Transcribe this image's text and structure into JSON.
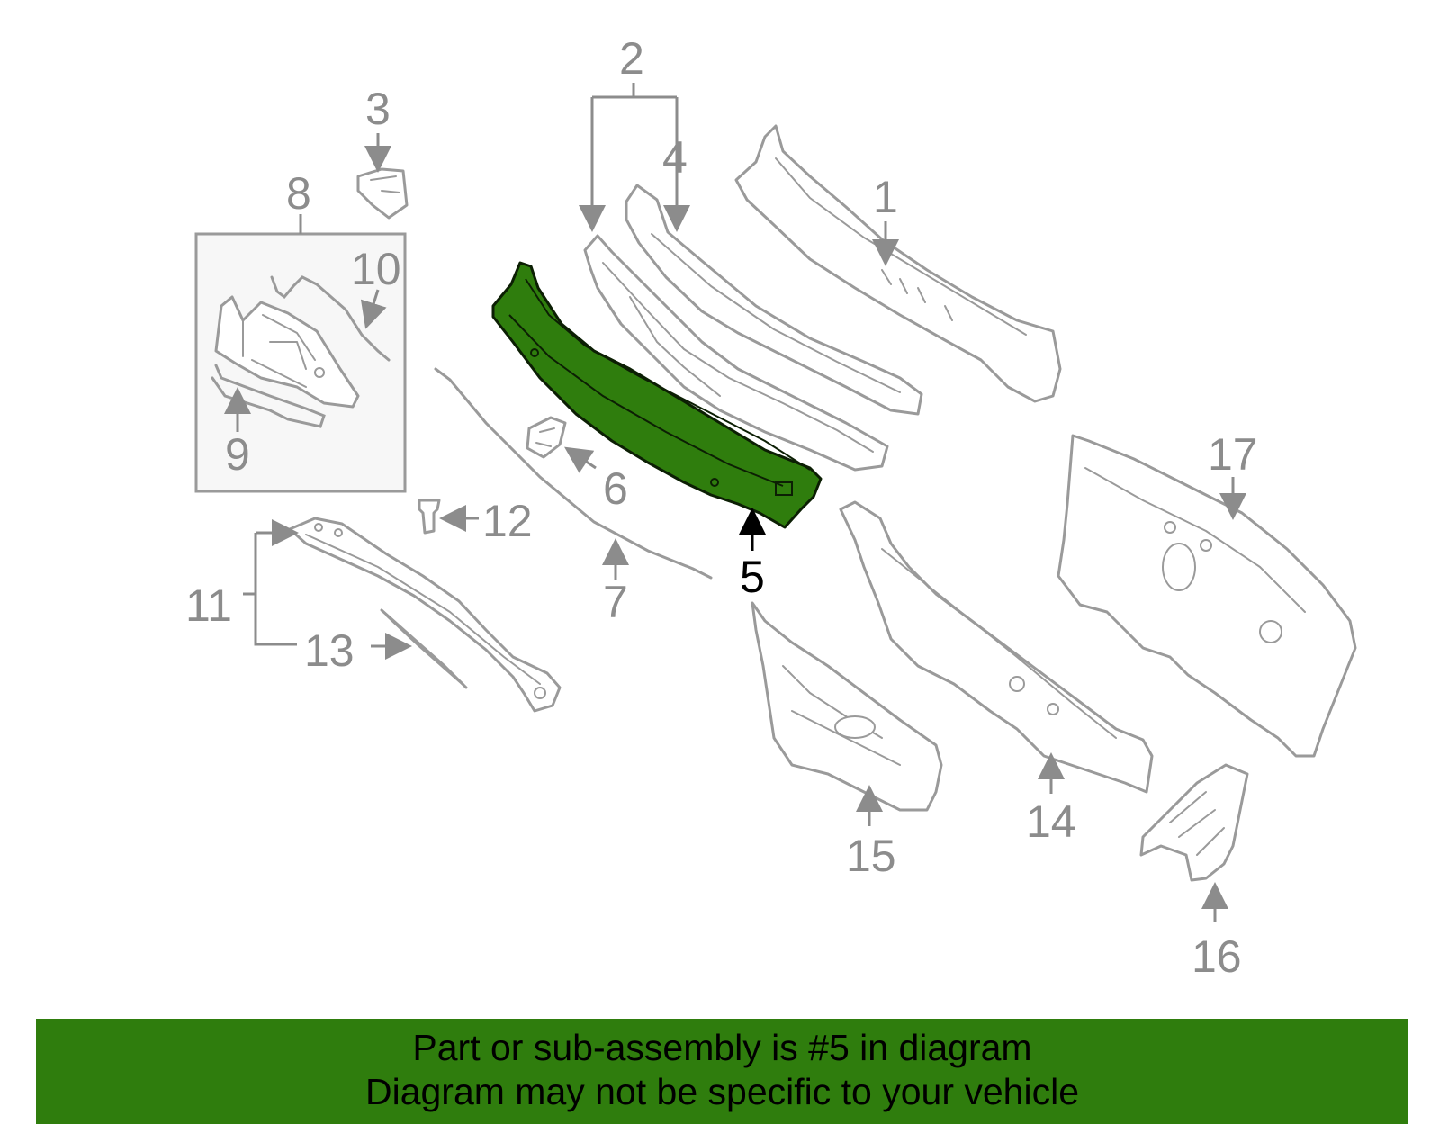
{
  "diagram": {
    "callouts": {
      "c1": "1",
      "c2": "2",
      "c3": "3",
      "c4": "4",
      "c5": "5",
      "c6": "6",
      "c7": "7",
      "c8": "8",
      "c9": "9",
      "c10": "10",
      "c11": "11",
      "c12": "12",
      "c13": "13",
      "c14": "14",
      "c15": "15",
      "c16": "16",
      "c17": "17"
    },
    "highlighted_part": "5",
    "colors": {
      "highlight": "#2f7d0d",
      "outline": "#9a9a9a",
      "banner": "#2f7d0d"
    }
  },
  "banner": {
    "line1": "Part or sub-assembly is #5 in diagram",
    "line2": "Diagram may not be specific to your vehicle"
  }
}
